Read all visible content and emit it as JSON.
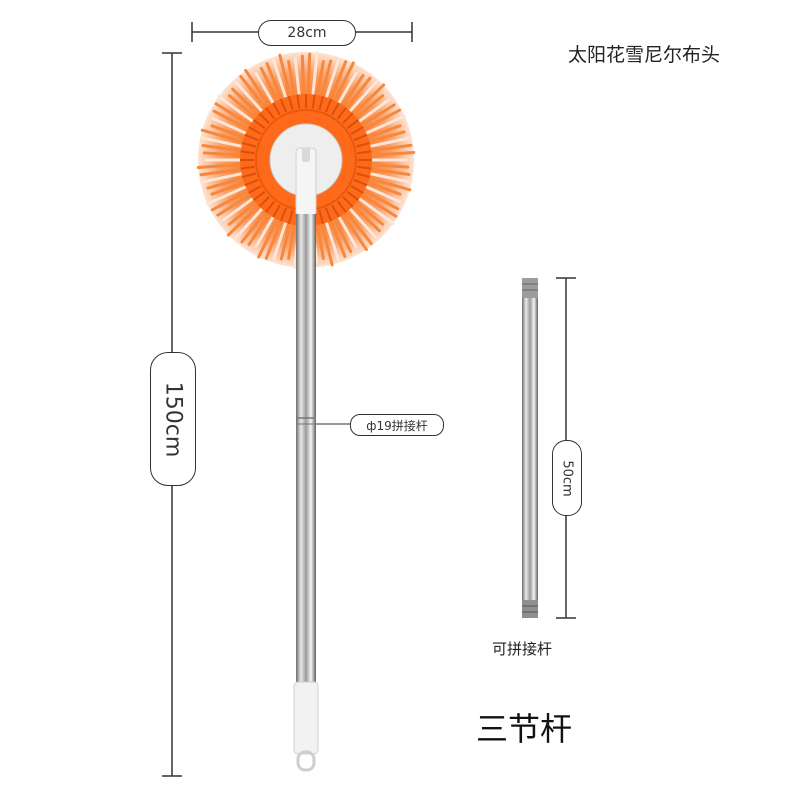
{
  "title": "太阳花雪尼尔布头",
  "subtitle": "三节杆",
  "dimensions": {
    "width_label": "28cm",
    "height_label": "150cm",
    "pole_label": "50cm"
  },
  "callouts": {
    "joint_label": "ф19拼接杆",
    "extension_caption": "可拼接杆"
  },
  "colors": {
    "mophead_orange": "#ff6a1a",
    "fringe_orange": "#f7873a",
    "pole_silver": "#b8b8b8",
    "grip_white": "#f2f2f2",
    "line": "#333333"
  }
}
